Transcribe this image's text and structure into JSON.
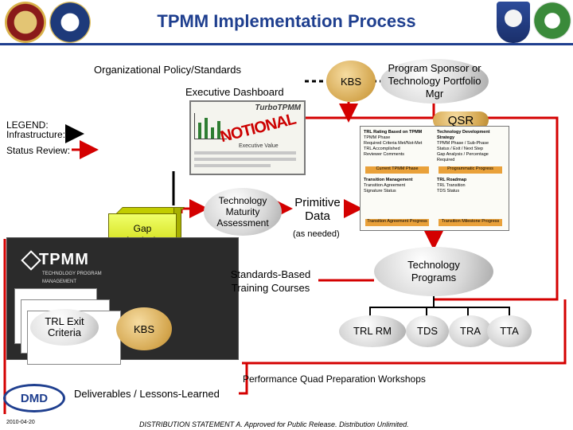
{
  "header": {
    "title": "TPMM Implementation Process"
  },
  "nodes": {
    "org_policy": "Organizational Policy/Standards",
    "exec_dashboard": "Executive Dashboard",
    "kbs_top": "KBS",
    "program_sponsor": "Program Sponsor or Technology Portfolio Mgr",
    "qsr": "QSR",
    "tech_maturity": "Technology Maturity Assessment",
    "primitive_data": "Primitive Data",
    "as_needed": "(as needed)",
    "gap_analysis": "Gap Analysis",
    "standards_training": "Standards-Based Training Courses",
    "tech_programs": "Technology Programs",
    "trl_exit": "TRL Exit Criteria",
    "kbs_bottom": "KBS",
    "trl_rm": "TRL RM",
    "tds": "TDS",
    "tra": "TRA",
    "tta": "TTA",
    "perf_quad": "Performance Quad Preparation Workshops",
    "deliverables": "Deliverables / Lessons-Learned"
  },
  "legend": {
    "title": "LEGEND:",
    "infrastructure": "Infrastructure:",
    "status_review": "Status Review:"
  },
  "dashboard": {
    "logo": "TurboTPMM",
    "stamp": "NOTIONAL",
    "caption": "Executive Value"
  },
  "tpmm_book": {
    "logo": "TPMM",
    "subtitle": "TECHNOLOGY PROGRAM MANAGEMENT"
  },
  "qsr_doc": {
    "col1": [
      "TRL Rating Based on TPMM",
      "TPMM Phase",
      "Required Criteria Met/Not-Met",
      "TRL Accomplished",
      "Reviewer Comments"
    ],
    "col2": [
      "Technology Development Strategy",
      "TPMM Phase / Sub-Phase",
      "Status / Exit / Next Step",
      "Gap Analysis / Percentage Required"
    ],
    "box1": "Current TPMM Phase",
    "box2": "Programmatic Progress",
    "col3": [
      "Transition Management",
      "Transition Agreement",
      "Signature Status"
    ],
    "col4": [
      "TRL Roadmap",
      "TRL Transition",
      "TDS Status"
    ],
    "footer1": "Transition Agreement Progress",
    "footer2": "Transition Milestone Progress"
  },
  "footer": {
    "logo": "DMD",
    "date": "2010-04-20",
    "distribution": "DISTRIBUTION STATEMENT A. Approved for Public Release. Distribution Unlimited."
  },
  "colors": {
    "title": "#1f3f8f",
    "infra_arrow": "#000000",
    "status_arrow": "#d40000",
    "kbs_fill": "#d4a64e",
    "cube_fill": "#e2ee1e",
    "dark_panel": "#2b2b2b"
  }
}
